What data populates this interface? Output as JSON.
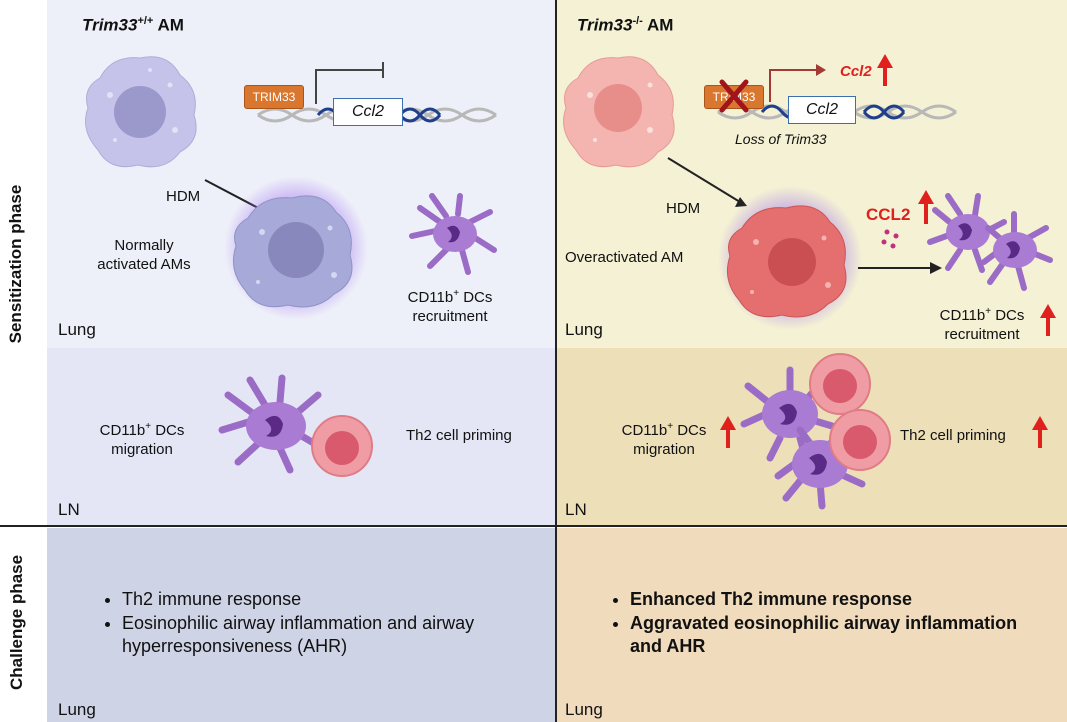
{
  "side_labels": {
    "sensitization": "Sensitization phase",
    "challenge": "Challenge phase"
  },
  "left": {
    "title_gene": "Trim33",
    "title_sup": "+/+",
    "title_cell": "AM",
    "trim_label": "TRIM33",
    "gene_label": "Ccl2",
    "hdm": "HDM",
    "am_state_line1": "Normally",
    "am_state_line2": "activated AMs",
    "dc_label_line1_pre": "CD11b",
    "dc_label_line1_sup": "+",
    "dc_label_line1_post": " DCs",
    "dc_label_line2": "recruitment",
    "lung_label": "Lung",
    "migration_line1_pre": "CD11b",
    "migration_line1_sup": "+",
    "migration_line1_post": " DCs",
    "migration_line2": "migration",
    "th2_priming": "Th2 cell priming",
    "ln_label": "LN",
    "challenge_bullets": [
      "Th2 immune response",
      "Eosinophilic airway inflammation and airway hyperresponsiveness (AHR)"
    ],
    "challenge_lung": "Lung"
  },
  "right": {
    "title_gene": "Trim33",
    "title_sup": "-/-",
    "title_cell": "AM",
    "trim_label": "TRIM33",
    "gene_label": "Ccl2",
    "gene_up_label": "Ccl2",
    "loss_label": "Loss of Trim33",
    "hdm": "HDM",
    "am_state": "Overactivated AM",
    "ccl2_protein": "CCL2",
    "dc_label_line1_pre": "CD11b",
    "dc_label_line1_sup": "+",
    "dc_label_line1_post": " DCs",
    "dc_label_line2": "recruitment",
    "lung_label": "Lung",
    "migration_line1_pre": "CD11b",
    "migration_line1_sup": "+",
    "migration_line1_post": " DCs",
    "migration_line2": "migration",
    "th2_priming": "Th2 cell priming",
    "ln_label": "LN",
    "challenge_bullets": [
      "Enhanced Th2 immune response",
      "Aggravated eosinophilic airway inflammation and AHR"
    ],
    "challenge_lung": "Lung"
  },
  "colors": {
    "left_lung_bg": "#eef0f9",
    "left_ln_bg": "#e4e6f6",
    "left_challenge_bg": "#cfd3e6",
    "right_lung_bg": "#f4f1d4",
    "right_ln_bg": "#ede0b8",
    "right_challenge_bg": "#f0dcbc",
    "up_arrow": "#e0201c",
    "dc_purple": "#9b6cc6",
    "am_normal": "#b9b6e2",
    "am_over": "#e57a78"
  }
}
